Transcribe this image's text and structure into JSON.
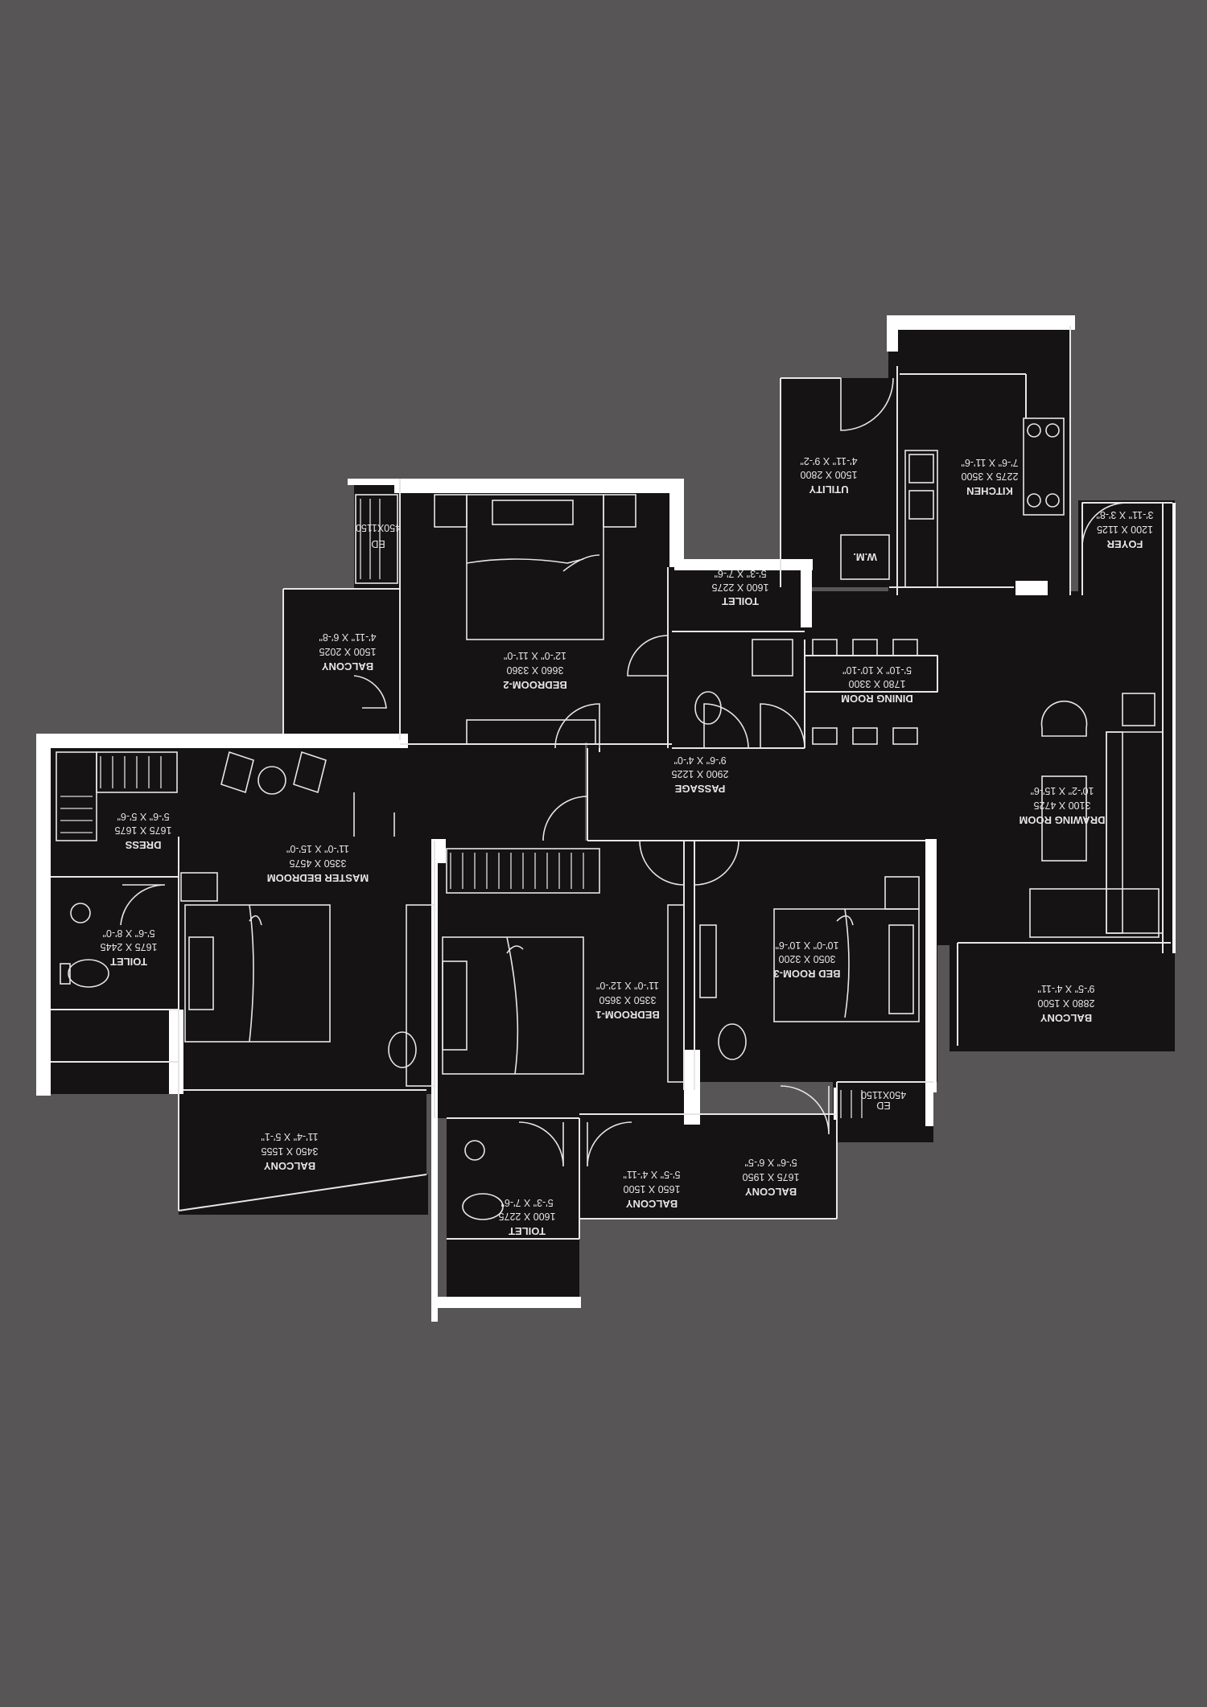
{
  "rooms": {
    "utility": {
      "name": "UTILITY",
      "dim_mm": "1500 X 2800",
      "dim_ft": "4'-11\" X 9'-2\""
    },
    "kitchen": {
      "name": "KITCHEN",
      "dim_mm": "2275 X 3500",
      "dim_ft": "7'-6\" X 11'-6\""
    },
    "foyer": {
      "name": "FOYER",
      "dim_mm": "1200 X 1125",
      "dim_ft": "3'-11\" X 3'-8\""
    },
    "toilet_a": {
      "name": "TOILET",
      "dim_mm": "1600 X 2275",
      "dim_ft": "5'-3\" X 7'-6\""
    },
    "bedroom2": {
      "name": "BEDROOM-2",
      "dim_mm": "3660 X 3360",
      "dim_ft": "12'-0\" X 11'-0\""
    },
    "balcony_a": {
      "name": "BALCONY",
      "dim_mm": "1500 X 2025",
      "dim_ft": "4'-11\" X 6'-8\""
    },
    "dining": {
      "name": "DINING ROOM",
      "dim_mm": "1780 X 3300",
      "dim_ft": "5'-10\" X 10'-10\""
    },
    "passage": {
      "name": "PASSAGE",
      "dim_mm": "2900 X 1225",
      "dim_ft": "9'-6\" X 4'-0\""
    },
    "drawing": {
      "name": "DRAWING ROOM",
      "dim_mm": "3100 X 4725",
      "dim_ft": "10'-2\" X 15'-6\""
    },
    "dress": {
      "name": "DRESS",
      "dim_mm": "1675 X 1675",
      "dim_ft": "5'-6\" X 5'-6\""
    },
    "master": {
      "name": "MASTER BEDROOM",
      "dim_mm": "3350 X 4575",
      "dim_ft": "11'-0\" X 15'-0\""
    },
    "toilet_b": {
      "name": "TOILET",
      "dim_mm": "1675 X 2445",
      "dim_ft": "5'-6\" X 8'-0\""
    },
    "bedroom1": {
      "name": "BEDROOM-1",
      "dim_mm": "3350 X 3650",
      "dim_ft": "11'-0\" X 12'-0\""
    },
    "bedroom3": {
      "name": "BED ROOM-3",
      "dim_mm": "3050 X 3200",
      "dim_ft": "10'-0\" X 10'-6\""
    },
    "balcony_b": {
      "name": "BALCONY",
      "dim_mm": "2880 X 1500",
      "dim_ft": "9'-5\" X 4'-11\""
    },
    "balcony_c": {
      "name": "BALCONY",
      "dim_mm": "3450 X 1555",
      "dim_ft": "11'-4\" X 5'-1\""
    },
    "balcony_d": {
      "name": "BALCONY",
      "dim_mm": "1650 X 1500",
      "dim_ft": "5'-5\" X 4'-11\""
    },
    "balcony_e": {
      "name": "BALCONY",
      "dim_mm": "1675 X 1950",
      "dim_ft": "5'-6\" X 6'-5\""
    },
    "toilet_c": {
      "name": "TOILET",
      "dim_mm": "1600 X 2275",
      "dim_ft": "5'-3\" X 7'-6\""
    }
  },
  "small_labels": {
    "wm": "W.M.",
    "ed_a": "ED",
    "ed_a_size": "450X1150",
    "ed_b": "ED",
    "ed_b_size": "450X1150"
  },
  "colors": {
    "background": "#575556",
    "floor": "#151314",
    "wall": "#ffffff",
    "line": "#e6e6e6"
  }
}
